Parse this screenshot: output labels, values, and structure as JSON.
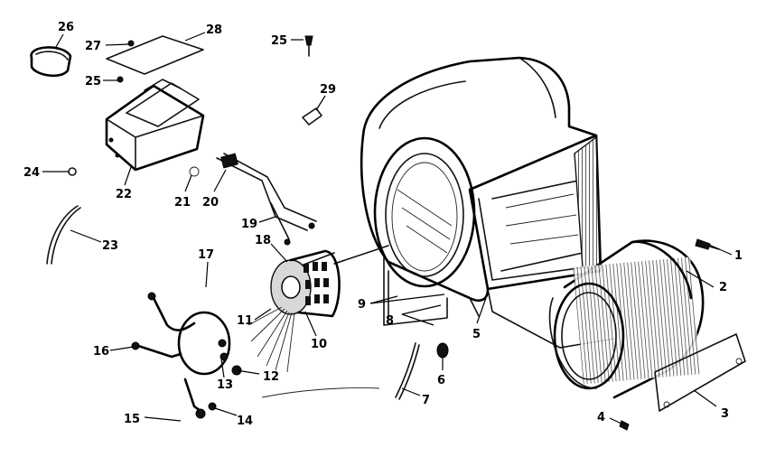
{
  "parts": [
    {
      "id": "p1",
      "label": "1"
    },
    {
      "id": "p2",
      "label": "2"
    },
    {
      "id": "p3",
      "label": "3"
    },
    {
      "id": "p4",
      "label": "4"
    },
    {
      "id": "p5",
      "label": "5"
    },
    {
      "id": "p6",
      "label": "6"
    },
    {
      "id": "p7",
      "label": "7"
    },
    {
      "id": "p8",
      "label": "8"
    },
    {
      "id": "p9",
      "label": "9"
    },
    {
      "id": "p10",
      "label": "10"
    },
    {
      "id": "p11",
      "label": "11"
    },
    {
      "id": "p12",
      "label": "12"
    },
    {
      "id": "p13",
      "label": "13"
    },
    {
      "id": "p14",
      "label": "14"
    },
    {
      "id": "p15",
      "label": "15"
    },
    {
      "id": "p16",
      "label": "16"
    },
    {
      "id": "p17",
      "label": "17"
    },
    {
      "id": "p18",
      "label": "18"
    },
    {
      "id": "p19",
      "label": "19"
    },
    {
      "id": "p20",
      "label": "20"
    },
    {
      "id": "p21",
      "label": "21"
    },
    {
      "id": "p22",
      "label": "22"
    },
    {
      "id": "p23",
      "label": "23"
    },
    {
      "id": "p24",
      "label": "24"
    },
    {
      "id": "p25a",
      "label": "25"
    },
    {
      "id": "p25b",
      "label": "25"
    },
    {
      "id": "p26",
      "label": "26"
    },
    {
      "id": "p27",
      "label": "27"
    },
    {
      "id": "p28",
      "label": "28"
    },
    {
      "id": "p29",
      "label": "29"
    }
  ]
}
